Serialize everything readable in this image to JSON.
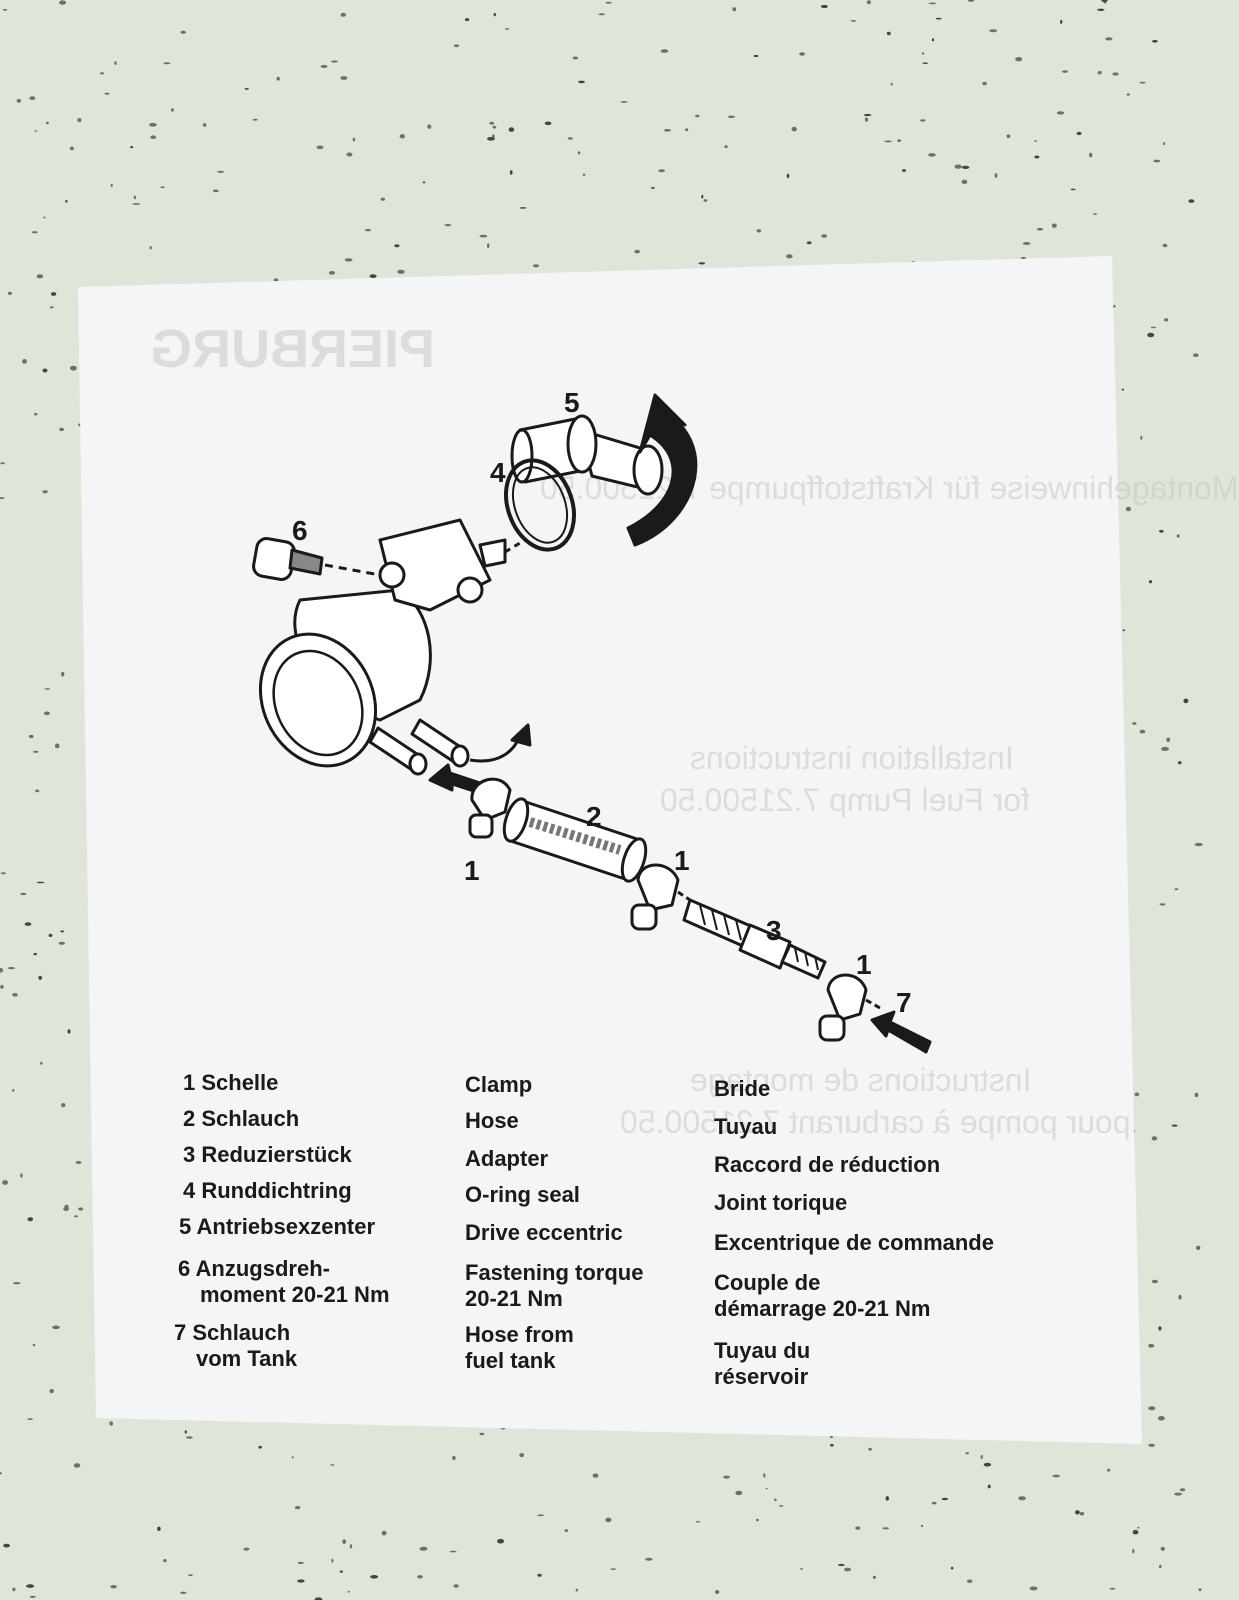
{
  "brand": "PIERBURG",
  "diagram": {
    "callouts": [
      "5",
      "4",
      "6",
      "2",
      "1",
      "1",
      "3",
      "1",
      "7"
    ]
  },
  "legend": {
    "german": [
      "1 Schelle",
      "2 Schlauch",
      "3 Reduzierstück",
      "4 Runddichtring",
      "5 Antriebsexzenter",
      "6 Anzugsdreh-",
      "moment 20-21 Nm",
      "7 Schlauch",
      "vom Tank"
    ],
    "english": [
      "Clamp",
      "Hose",
      "Adapter",
      "O-ring seal",
      "Drive eccentric",
      "Fastening torque",
      "20-21 Nm",
      "Hose from",
      "fuel tank"
    ],
    "french": [
      "Bride",
      "Tuyau",
      "Raccord de réduction",
      "Joint torique",
      "Excentrique de commande",
      "Couple de",
      "démarrage 20-21 Nm",
      "Tuyau du",
      "réservoir"
    ]
  },
  "bleed_through": {
    "heading1": "Montagehinweise für Kraftstoffpumpe 7.21500.50",
    "heading2a": "Installation instructions",
    "heading2b": "for Fuel Pump 7.21500.50",
    "heading3a": "Instructions de montage",
    "heading3b": "pour pompe à carburant 7.21500.50"
  },
  "colors": {
    "background": "#dfe6d9",
    "paper": "#f4f5f7",
    "ink": "#1a1a1a"
  }
}
